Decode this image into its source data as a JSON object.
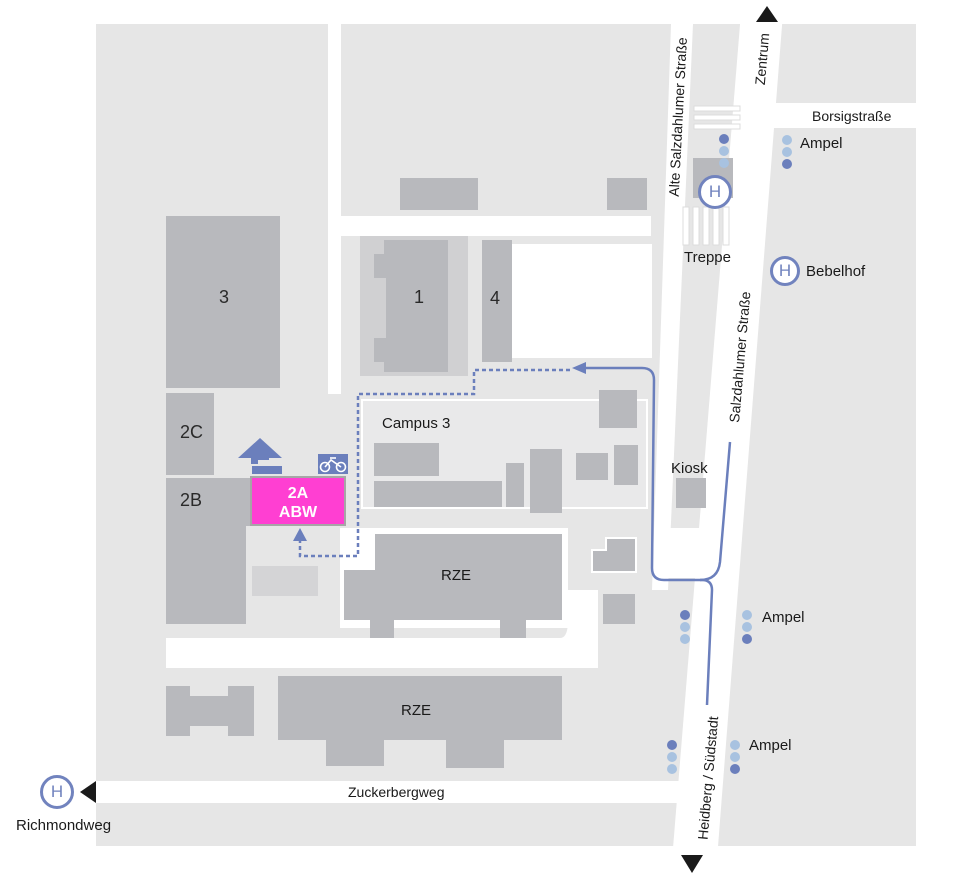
{
  "colors": {
    "ground": "#e6e6e6",
    "building": "#b8b9bd",
    "street": "#ffffff",
    "route": "#6b7fbc",
    "target": "#ff3fd2",
    "bus_stop": "#7183be",
    "light_active": "#6b7fbc",
    "light_inactive": "#a8c2e0"
  },
  "streets": {
    "alte_salzdahlumer": "Alte Salzdahlumer Straße",
    "zentrum": "Zentrum",
    "borsig": "Borsigstraße",
    "salzdahlumer": "Salzdahlumer Straße",
    "heidberg": "Heidberg / Südstadt",
    "zuckerberg": "Zuckerbergweg"
  },
  "labels": {
    "treppe": "Treppe",
    "kiosk": "Kiosk",
    "campus": "Campus 3"
  },
  "buildings": {
    "b3": "3",
    "b1": "1",
    "b4": "4",
    "b2c": "2C",
    "b2b": "2B",
    "rze_upper": "RZE",
    "rze_lower": "RZE"
  },
  "target": {
    "line1": "2A",
    "line2": "ABW"
  },
  "bus_stops": {
    "symbol": "H",
    "bebelhof": "Bebelhof",
    "richmondweg": "Richmondweg"
  },
  "traffic_lights": {
    "label": "Ampel",
    "light_top_right": "Ampel",
    "light_mid_right": "Ampel",
    "light_low_right": "Ampel"
  },
  "icons": {
    "entrance": "entrance-arrow-icon",
    "bicycle": "bicycle-parking-icon",
    "bus_stop": "bus-stop-icon",
    "traffic_light": "traffic-light-icon",
    "direction": "direction-arrow-icon"
  }
}
